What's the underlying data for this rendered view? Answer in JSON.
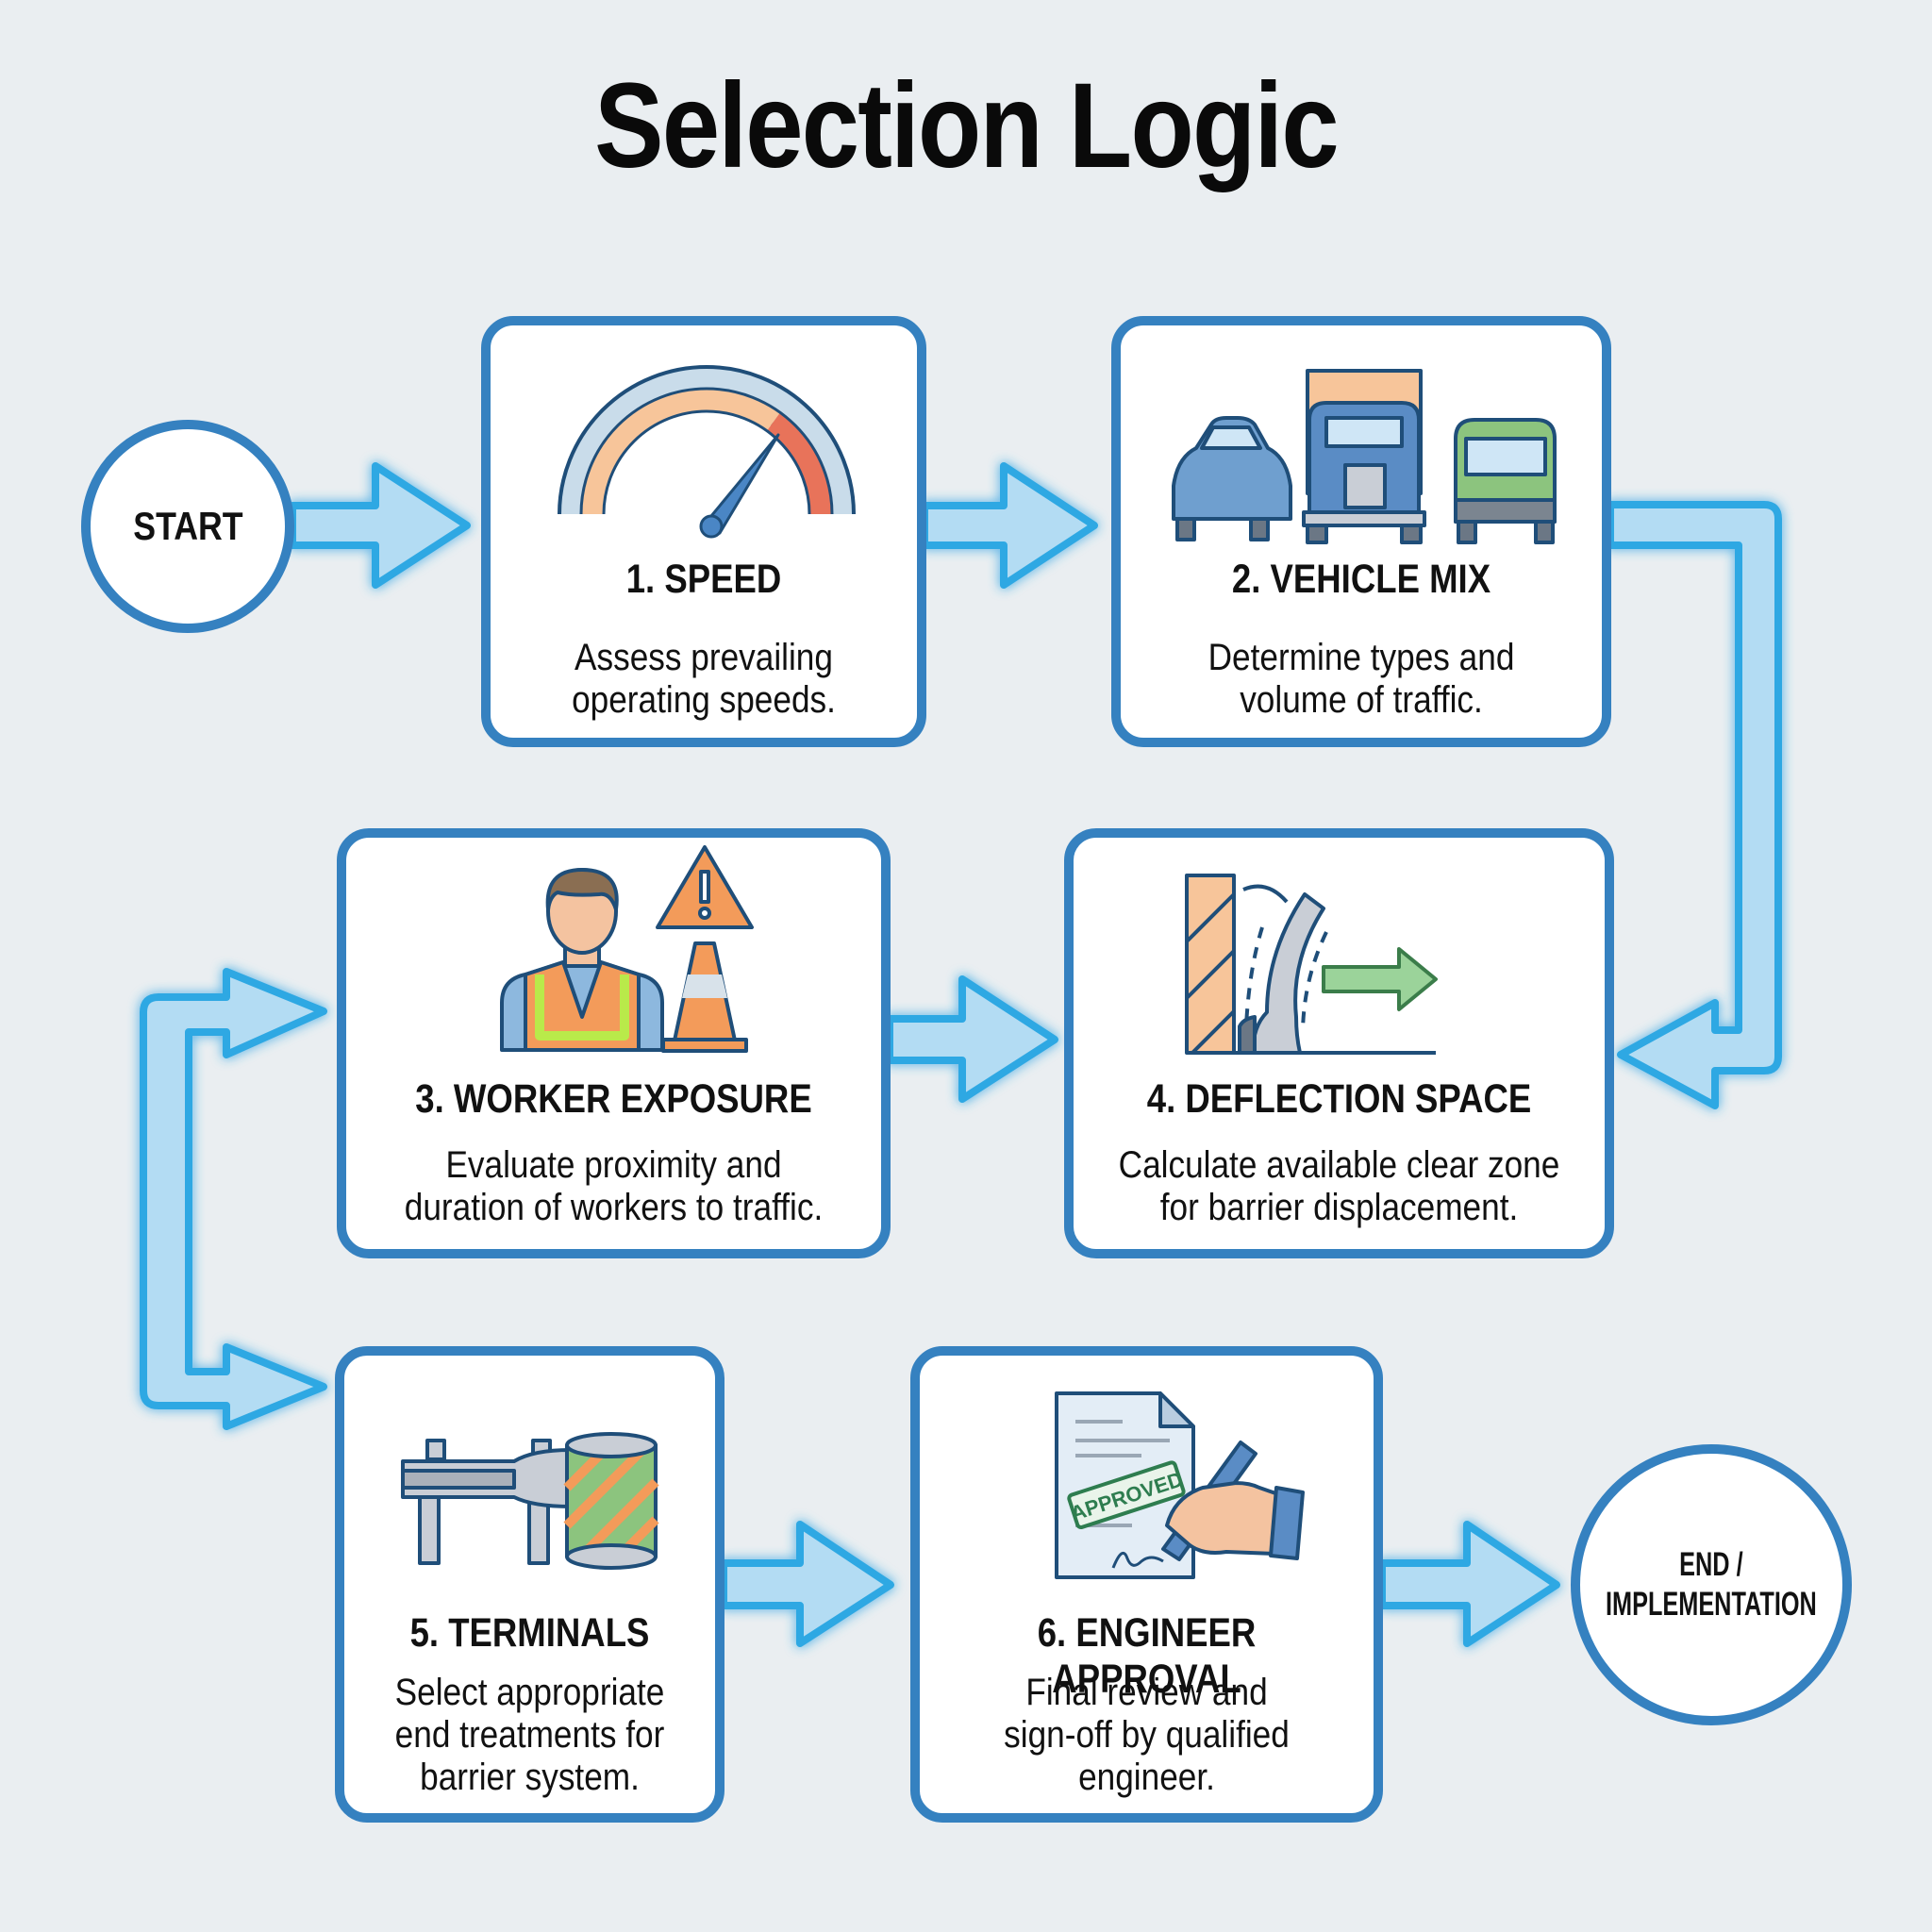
{
  "title": "Selection Logic",
  "start": {
    "label": "START"
  },
  "end": {
    "label_line1": "END /",
    "label_line2": "IMPLEMENTATION"
  },
  "steps": [
    {
      "heading": "1. SPEED",
      "desc_line1": "Assess prevailing",
      "desc_line2": "operating speeds.",
      "icon": "speedometer-icon"
    },
    {
      "heading": "2. VEHICLE MIX",
      "desc_line1": "Determine types and",
      "desc_line2": "volume of traffic.",
      "icon": "vehicles-icon"
    },
    {
      "heading": "3. WORKER EXPOSURE",
      "desc_line1": "Evaluate proximity and",
      "desc_line2": "duration of workers to traffic.",
      "icon": "worker-hazard-icon"
    },
    {
      "heading": "4. DEFLECTION SPACE",
      "desc_line1": "Calculate available clear zone",
      "desc_line2": "for barrier displacement.",
      "icon": "barrier-deflection-icon"
    },
    {
      "heading": "5. TERMINALS",
      "desc_line1": "Select appropriate",
      "desc_line2": "end treatments for",
      "desc_line3": "barrier system.",
      "icon": "guardrail-terminal-icon"
    },
    {
      "heading": "6. ENGINEER APPROVAL",
      "desc_line1": "Final review and",
      "desc_line2": "sign-off by qualified",
      "desc_line3": "engineer.",
      "icon": "approval-document-icon"
    }
  ],
  "stamp_text": "APPROVED",
  "colors": {
    "background": "#eaeef1",
    "box_border": "#3581c0",
    "arrow_fill": "#b3dcf3",
    "arrow_stroke": "#2ea8e3",
    "orange": "#f5a56b",
    "red": "#e8735a",
    "green": "#8ccf8a",
    "navy": "#1f4e79"
  }
}
